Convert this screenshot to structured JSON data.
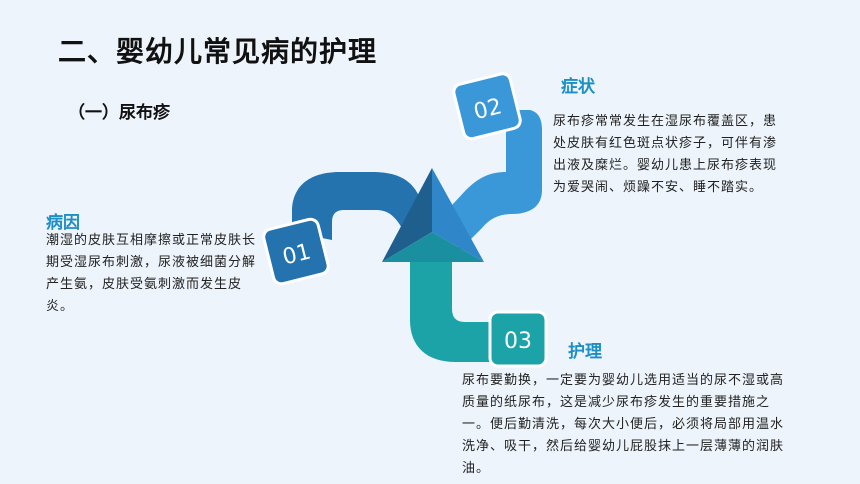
{
  "header": {
    "title": "二、婴幼儿常见病的护理",
    "subtitle": "（一）尿布疹"
  },
  "sections": {
    "cause": {
      "number": "01",
      "heading": "病因",
      "text": "潮湿的皮肤互相摩擦或正常皮肤长期受湿尿布刺激，尿液被细菌分解产生氨，皮肤受氨刺激而发生皮炎。"
    },
    "symptom": {
      "number": "02",
      "heading": "症状",
      "text": "尿布疹常常发生在湿尿布覆盖区，患处皮肤有红色斑点状疹子，可伴有渗出液及糜烂。婴幼儿患上尿布疹表现为爱哭闹、烦躁不安、睡不踏实。"
    },
    "care": {
      "number": "03",
      "heading": "护理",
      "text": "尿布要勤换，一定要为婴幼儿选用适当的尿不湿或高质量的纸尿布，这是减少尿布疹发生的重要措施之一。便后勤清洗，每次大小便后，必须将局部用温水洗净、吸干，然后给婴幼儿屁股抹上一层薄薄的润肤油。"
    }
  },
  "colors": {
    "arm_01": "#2472ae",
    "arm_02": "#3a98d8",
    "arm_03": "#1ba3a8",
    "heading": "#1e8fc3"
  }
}
